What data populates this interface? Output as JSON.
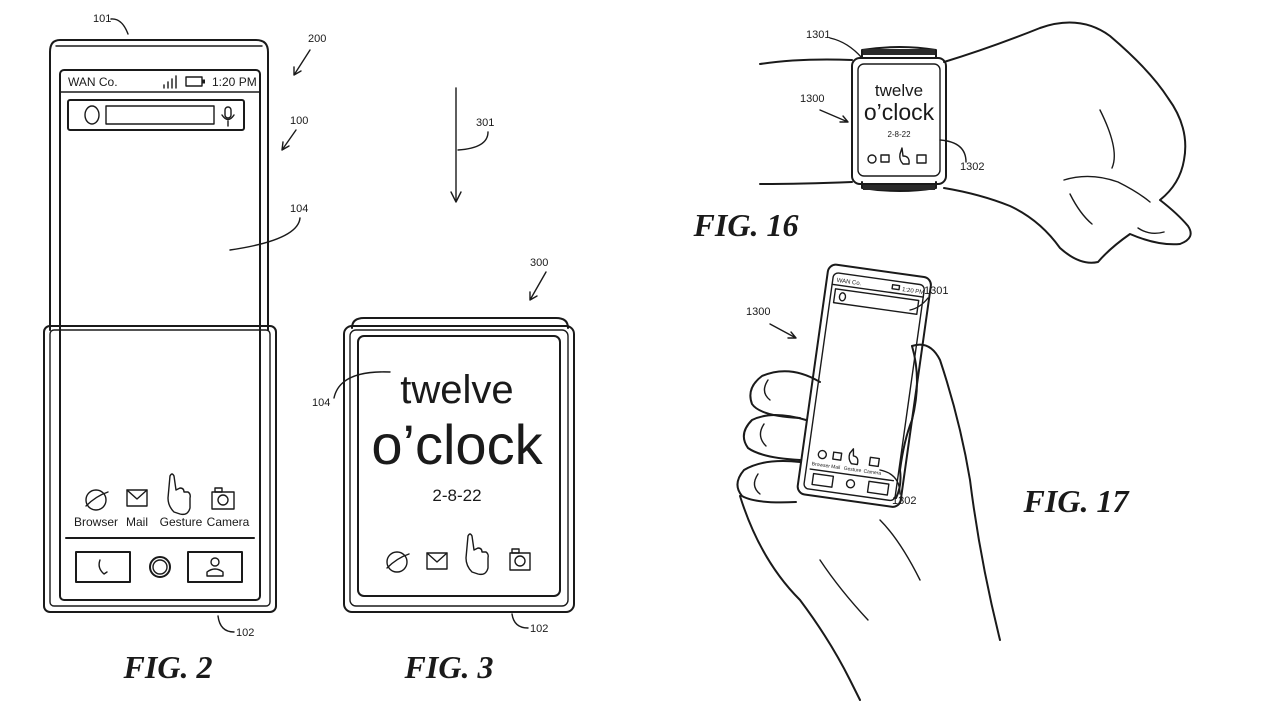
{
  "figures": {
    "fig2": {
      "caption": "FIG. 2",
      "refs": {
        "device": "101",
        "assembly": "200",
        "phone": "100",
        "display": "104",
        "housing": "102"
      },
      "status_bar": {
        "carrier": "WAN Co.",
        "time": "1:20 PM"
      },
      "apps": [
        "Browser",
        "Mail",
        "Gesture",
        "Camera"
      ]
    },
    "fig3": {
      "caption": "FIG. 3",
      "refs": {
        "arrow": "301",
        "device": "300",
        "display": "104",
        "housing": "102"
      },
      "clock": {
        "line1": "twelve",
        "line2": "o’clock",
        "date": "2-8-22"
      }
    },
    "fig16": {
      "caption": "FIG. 16",
      "refs": {
        "band": "1301",
        "device": "1300",
        "screen": "1302"
      },
      "clock": {
        "line1": "twelve",
        "line2": "o’clock",
        "date": "2-8-22"
      }
    },
    "fig17": {
      "caption": "FIG. 17",
      "refs": {
        "band": "1301",
        "device": "1300",
        "screen": "1302"
      },
      "status_bar": {
        "carrier": "WAN Co.",
        "time": "1:20 PM"
      },
      "apps": [
        "Browser",
        "Mail",
        "Gesture",
        "Camera"
      ]
    }
  }
}
